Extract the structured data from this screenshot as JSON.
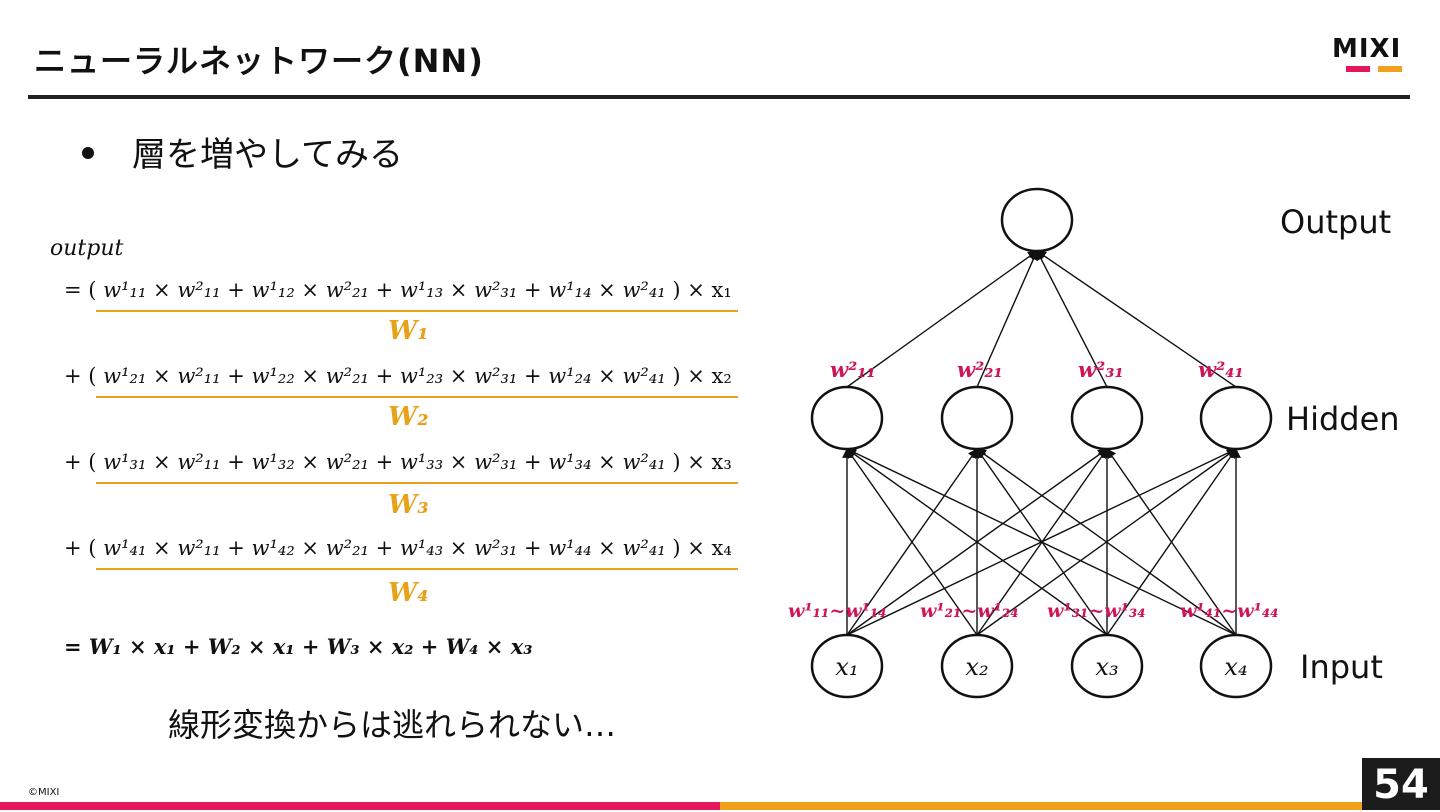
{
  "slide": {
    "title": "ニューラルネットワーク(NN)",
    "bullet": "層を増やしてみる",
    "conclusion": "線形変換からは逃れられない…",
    "copyright": "©MIXI",
    "page_number": "54"
  },
  "logo": {
    "text": "MIXI",
    "colors": [
      "#e2185a",
      "#f0a01a"
    ]
  },
  "equation": {
    "lhs": "output",
    "lines": [
      {
        "prefix": "= (",
        "terms": [
          "w¹₁₁ × w²₁₁",
          "w¹₁₂ × w²₂₁",
          "w¹₁₃ × w²₃₁",
          "w¹₁₄ × w²₄₁"
        ],
        "suffix": ") × x₁",
        "group": "W₁"
      },
      {
        "prefix": "+ (",
        "terms": [
          "w¹₂₁ × w²₁₁",
          "w¹₂₂ × w²₂₁",
          "w¹₂₃ × w²₃₁",
          "w¹₂₄ × w²₄₁"
        ],
        "suffix": ") × x₂",
        "group": "W₂"
      },
      {
        "prefix": "+ (",
        "terms": [
          "w¹₃₁ × w²₁₁",
          "w¹₃₂ × w²₂₁",
          "w¹₃₃ × w²₃₁",
          "w¹₃₄ × w²₄₁"
        ],
        "suffix": ") × x₃",
        "group": "W₃"
      },
      {
        "prefix": "+ (",
        "terms": [
          "w¹₄₁ × w²₁₁",
          "w¹₄₂ × w²₂₁",
          "w¹₄₃ × w²₃₁",
          "w¹₄₄ × w²₄₁"
        ],
        "suffix": ") × x₄",
        "group": "W₄"
      }
    ],
    "final": "=  W₁ × x₁ + W₂ × x₁ + W₃ × x₂ + W₄ × x₃",
    "accent_color": "#e8a21a"
  },
  "network": {
    "layer_labels": [
      "Output",
      "Hidden",
      "Input"
    ],
    "input_nodes": [
      "x₁",
      "x₂",
      "x₃",
      "x₄"
    ],
    "hidden_weight_labels": [
      "w²₁₁",
      "w²₂₁",
      "w²₃₁",
      "w²₄₁"
    ],
    "input_weight_labels": [
      "w¹₁₁~w¹₁₄",
      "w¹₂₁~w¹₂₄",
      "w¹₃₁~w¹₃₄",
      "w¹₄₁~w¹₄₄"
    ],
    "weight_color": "#d0145a"
  }
}
